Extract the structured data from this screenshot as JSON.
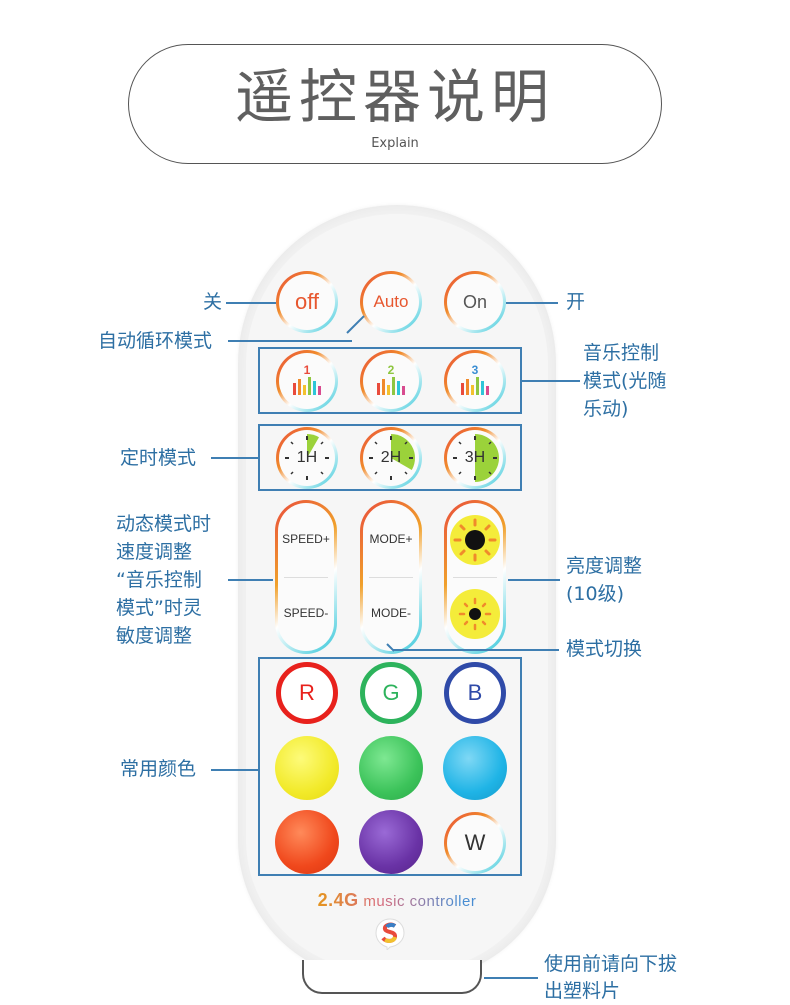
{
  "header": {
    "title": "遥控器说明",
    "subtitle": "Explain"
  },
  "buttons": {
    "off": "off",
    "auto": "Auto",
    "on": "On",
    "music": [
      "1",
      "2",
      "3"
    ],
    "timer": [
      "1H",
      "2H",
      "3H"
    ],
    "speed_up": "SPEED+",
    "speed_down": "SPEED-",
    "mode_up": "MODE+",
    "mode_down": "MODE-",
    "r": "R",
    "g": "G",
    "b": "B",
    "w": "W"
  },
  "colors": {
    "accent_blue": "#3f7fb3",
    "yellow": "#f2ea2a",
    "green": "#3cc35a",
    "cyan": "#1fb4e6",
    "red_orange": "#f0481c",
    "purple": "#6a33a6"
  },
  "labels": {
    "off": "关",
    "auto": "自动循环模式",
    "on": "开",
    "music_mode": [
      "音乐控制",
      "模式(光随",
      "乐动)"
    ],
    "timer_mode": "定时模式",
    "speed": [
      "动态模式时",
      "速度调整",
      "“音乐控制",
      "模式”时灵",
      "敏度调整"
    ],
    "brightness": [
      "亮度调整",
      "(10级)"
    ],
    "mode_switch": "模式切换",
    "common_colors": "常用颜色",
    "pull_tab": [
      "使用前请向下拔",
      "出塑料片"
    ]
  },
  "brand": {
    "prefix": "2.4G",
    "text": " music controller"
  }
}
